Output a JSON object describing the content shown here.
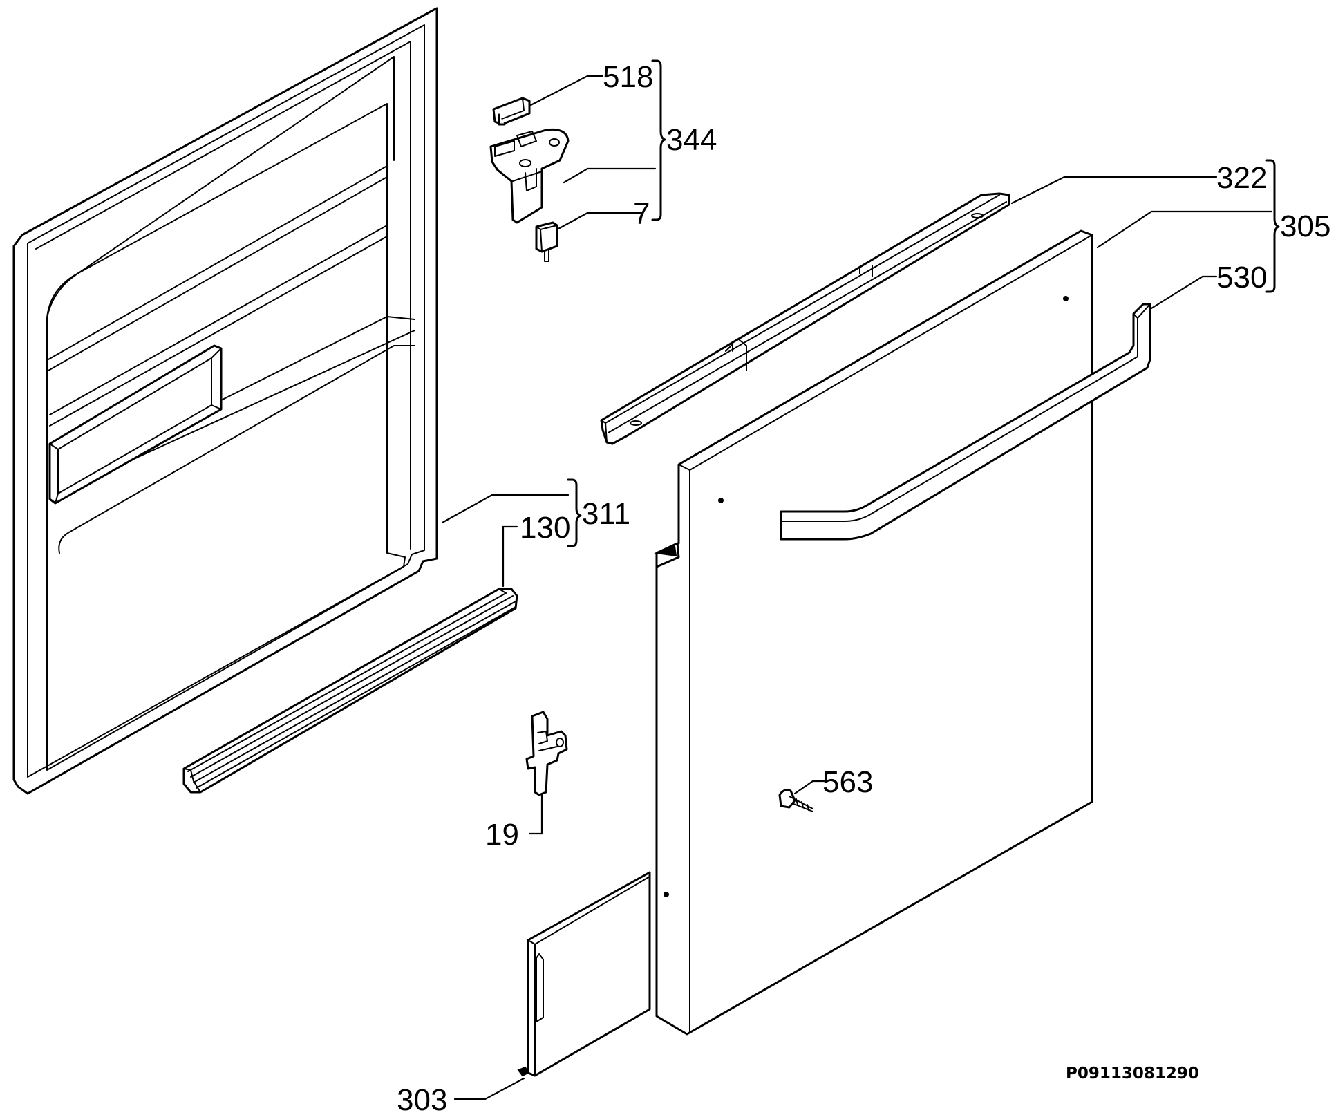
{
  "callouts": {
    "c518": "518",
    "c344": "344",
    "c7": "7",
    "c322": "322",
    "c305": "305",
    "c530": "530",
    "c311": "311",
    "c130": "130",
    "c563": "563",
    "c19": "19",
    "c303": "303"
  },
  "drawing_code": "P09113081290"
}
